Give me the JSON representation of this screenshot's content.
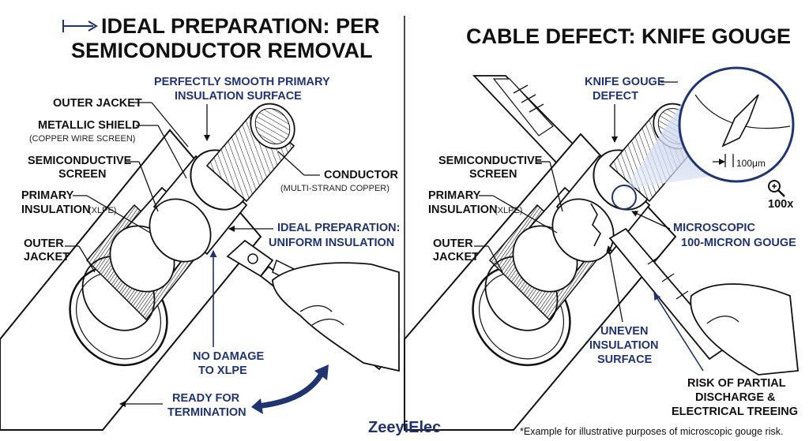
{
  "colors": {
    "accent": "#1f3470",
    "ink": "#111111"
  },
  "left": {
    "title_line1": "IDEAL PREPARATION: PER",
    "title_line2": "SEMICONDUCTOR REMOVAL",
    "labels": {
      "smooth_line1": "PERFECTLY SMOOTH PRIMARY",
      "smooth_line2": "INSULATION SURFACE",
      "outer_jacket_top": "OUTER JACKET",
      "metallic_shield": "METALLIC SHIELD",
      "metallic_shield_sub": "(COPPER WIRE SCREEN)",
      "semi_line1": "SEMICONDUCTIVE",
      "semi_line2": "SCREEN",
      "primary_line1": "PRIMARY",
      "primary_line2": "INSULATION",
      "primary_sub": "(XLPE)",
      "outer_line1": "OUTER",
      "outer_line2": "JACKET",
      "conductor": "CONDUCTOR",
      "conductor_sub": "(MULTI-STRAND COPPER)",
      "uniform_line1": "IDEAL PREPARATION:",
      "uniform_line2": "UNIFORM INSULATION",
      "nodamage_line1": "NO DAMAGE",
      "nodamage_line2": "TO XLPE",
      "ready_line1": "READY FOR",
      "ready_line2": "TERMINATION"
    }
  },
  "right": {
    "title": "CABLE DEFECT: KNIFE GOUGE",
    "labels": {
      "gouge_line1": "KNIFE GOUGE",
      "gouge_line2": "DEFECT",
      "semi_line1": "SEMICONDUCTIVE",
      "semi_line2": "SCREEN",
      "primary_line1": "PRIMARY",
      "primary_line2": "INSULATION",
      "primary_sub": "(XLPE)",
      "outer_line1": "OUTER",
      "outer_line2": "JACKET",
      "micro_line1": "MICROSCOPIC",
      "micro_line2": "100-MICRON GOUGE",
      "uneven_line1": "UNEVEN",
      "uneven_line2": "INSULATION",
      "uneven_line3": "SURFACE",
      "risk_line1": "RISK OF PARTIAL",
      "risk_line2": "DISCHARGE &",
      "risk_line3": "ELECTRICAL TREEING",
      "scale": "100μm",
      "magnification": "100x"
    }
  },
  "brand": "ZeeyiElec",
  "footnote": "*Example for illustrative purposes of microscopic gouge risk."
}
